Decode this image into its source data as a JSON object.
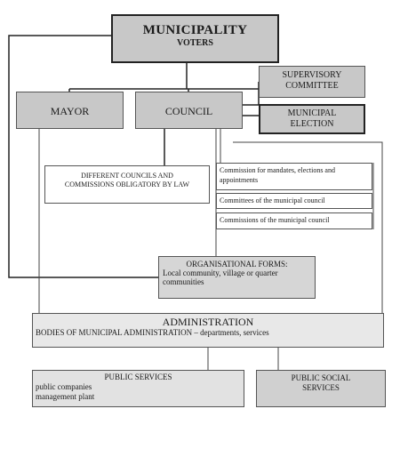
{
  "municipality": {
    "title": "MUNICIPALITY",
    "subtitle": "VOTERS"
  },
  "mayor": "MAYOR",
  "council": "COUNCIL",
  "supervisory_committee": [
    "SUPERVISORY",
    "COMMITTEE"
  ],
  "municipal_election": [
    "MUNICIPAL",
    "ELECTION"
  ],
  "different_councils": [
    "DIFFERENT COUNCILS AND",
    "COMMISSIONS OBLIGATORY BY LAW"
  ],
  "council_commissions": [
    "Commission for mandates, elections and appointments",
    "Committees of the municipal council",
    "Commissions of the municipal council"
  ],
  "organisational_forms": {
    "title": "ORGANISATIONAL FORMS:",
    "text": "Local community, village or quarter communities"
  },
  "administration": {
    "title": "ADMINISTRATION",
    "subtitle": "BODIES OF MUNICIPAL ADMINISTRATION – departments, services"
  },
  "public_services": {
    "title": "PUBLIC SERVICES",
    "items": [
      "public companies",
      "management plant"
    ]
  },
  "public_social_services": [
    "PUBLIC SOCIAL",
    "SERVICES"
  ]
}
